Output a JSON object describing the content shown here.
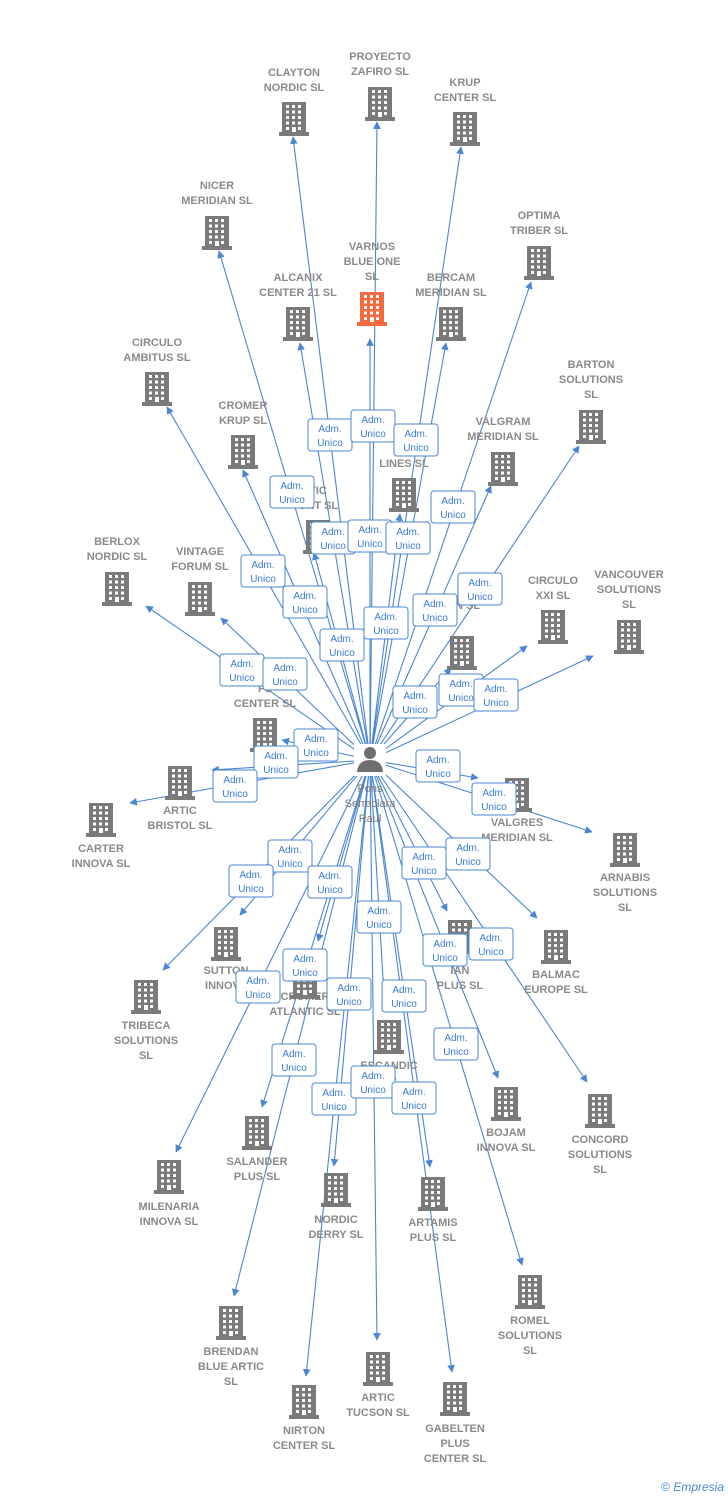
{
  "colors": {
    "edge": "#4a86d4",
    "building": "#7a7a7a",
    "highlight": "#f26a3d",
    "label": "#8a8a8a"
  },
  "person": {
    "label_lines": [
      "Pons",
      "Serraclara",
      "Raul"
    ],
    "icon": "person-icon"
  },
  "badge": {
    "line1": "Adm.",
    "line2": "Unico"
  },
  "companies": [
    {
      "id": "proyecto",
      "lines": [
        "PROYECTO",
        "ZAFIRO  SL"
      ]
    },
    {
      "id": "clayton",
      "lines": [
        "CLAYTON",
        "NORDIC  SL"
      ]
    },
    {
      "id": "krup",
      "lines": [
        "KRUP",
        "CENTER SL"
      ]
    },
    {
      "id": "nicer",
      "lines": [
        "NICER",
        "MERIDIAN  SL"
      ]
    },
    {
      "id": "optima",
      "lines": [
        "OPTIMA",
        "TRIBER  SL"
      ]
    },
    {
      "id": "varnos",
      "lines": [
        "VARNOS",
        "BLUE ONE",
        "SL"
      ],
      "highlight": true
    },
    {
      "id": "alcanix",
      "lines": [
        "ALCANIX",
        "CENTER 21 SL"
      ]
    },
    {
      "id": "bercam",
      "lines": [
        "BERCAM",
        "MERIDIAN  SL"
      ]
    },
    {
      "id": "circulo-ambitus",
      "lines": [
        "CIRCULO",
        "AMBITUS SL"
      ]
    },
    {
      "id": "barton",
      "lines": [
        "BARTON",
        "SOLUTIONS",
        "SL"
      ]
    },
    {
      "id": "cromer-krup",
      "lines": [
        "CROMER",
        "KRUP  SL"
      ]
    },
    {
      "id": "valgram",
      "lines": [
        "VALGRAM",
        "MERIDIAN  SL"
      ]
    },
    {
      "id": "a-lines",
      "lines": [
        "A",
        "LINES SL"
      ]
    },
    {
      "id": "tic-ont",
      "lines": [
        "TIC",
        "ONT  SL"
      ]
    },
    {
      "id": "berlox",
      "lines": [
        "BERLOX",
        "NORDIC  SL"
      ]
    },
    {
      "id": "vintage",
      "lines": [
        "VINTAGE",
        "FORUM SL"
      ]
    },
    {
      "id": "circulo-xxi",
      "lines": [
        "CIRCULO",
        "XXI SL"
      ]
    },
    {
      "id": "vancouver",
      "lines": [
        "VANCOUVER",
        "SOLUTIONS",
        "SL"
      ]
    },
    {
      "id": "ian-sl",
      "lines": [
        "IAN  SL"
      ]
    },
    {
      "id": "pl-center",
      "lines": [
        "PL",
        "CENTER SL"
      ]
    },
    {
      "id": "artic-bristol",
      "lines": [
        "ARTIC",
        "BRISTOL  SL"
      ]
    },
    {
      "id": "carter",
      "lines": [
        "CARTER",
        "INNOVA SL"
      ]
    },
    {
      "id": "valgres",
      "lines": [
        "VALGRES",
        "MERIDIAN  SL"
      ]
    },
    {
      "id": "arnabis",
      "lines": [
        "ARNABIS",
        "SOLUTIONS",
        "SL"
      ]
    },
    {
      "id": "sutton",
      "lines": [
        "SUTTON",
        "INNOVA"
      ]
    },
    {
      "id": "tribeca",
      "lines": [
        "TRIBECA",
        "SOLUTIONS",
        "SL"
      ]
    },
    {
      "id": "cromer-atlantic",
      "lines": [
        "CROMER",
        "ATLANTIC  SL"
      ]
    },
    {
      "id": "ian-plus",
      "lines": [
        "IAN",
        "PLUS SL"
      ]
    },
    {
      "id": "balmac",
      "lines": [
        "BALMAC",
        "EUROPE SL"
      ]
    },
    {
      "id": "escandic",
      "lines": [
        "ESCANDIC",
        "ER"
      ]
    },
    {
      "id": "bojam",
      "lines": [
        "BOJAM",
        "INNOVA  SL"
      ]
    },
    {
      "id": "concord",
      "lines": [
        "CONCORD",
        "SOLUTIONS",
        "SL"
      ]
    },
    {
      "id": "salander",
      "lines": [
        "SALANDER",
        "PLUS SL"
      ]
    },
    {
      "id": "milenaria",
      "lines": [
        "MILENARIA",
        "INNOVA SL"
      ]
    },
    {
      "id": "nordic-derry",
      "lines": [
        "NORDIC",
        "DERRY  SL"
      ]
    },
    {
      "id": "artamis",
      "lines": [
        "ARTAMIS",
        "PLUS SL"
      ]
    },
    {
      "id": "romel",
      "lines": [
        "ROMEL",
        "SOLUTIONS",
        "SL"
      ]
    },
    {
      "id": "brendan",
      "lines": [
        "BRENDAN",
        "BLUE ARTIC",
        "SL"
      ]
    },
    {
      "id": "artic-tucson",
      "lines": [
        "ARTIC",
        "TUCSON  SL"
      ]
    },
    {
      "id": "nirton",
      "lines": [
        "NIRTON",
        "CENTER SL"
      ]
    },
    {
      "id": "gabelten",
      "lines": [
        "GABELTEN",
        "PLUS",
        "CENTER SL"
      ]
    }
  ],
  "footer": {
    "copyright": "©",
    "brand": "Empresia"
  }
}
